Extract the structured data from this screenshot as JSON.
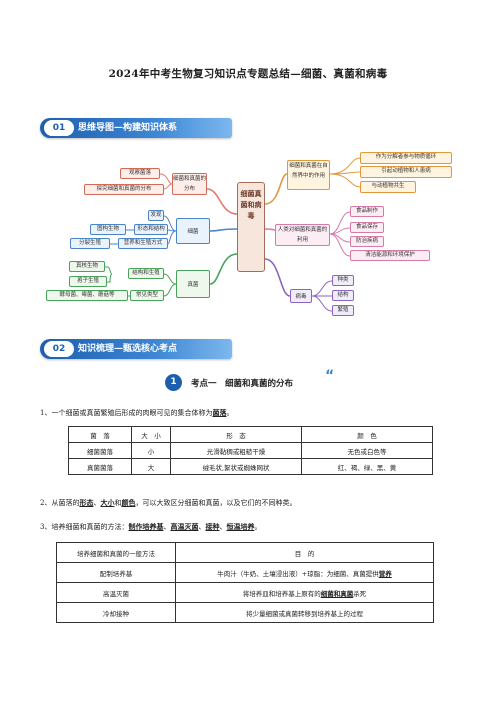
{
  "title": "2024年中考生物复习知识点专题总结—细菌、真菌和病毒",
  "section1": {
    "num": "01",
    "label": "思维导图—构建知识体系"
  },
  "section2": {
    "num": "02",
    "label": "知识梳理—甄选核心考点"
  },
  "mindmap": {
    "center": "细菌真菌和病毒",
    "branches": [
      {
        "label": "细菌和真菌的分布",
        "children": [
          "观察菌落",
          "探究细菌和真菌的分布"
        ]
      },
      {
        "label": "细菌",
        "children": [
          "发现",
          "形态和结构",
          "营养和生殖方式"
        ],
        "sub": [
          "图构生物",
          "分裂生殖"
        ]
      },
      {
        "label": "真菌",
        "children": [
          "结构和生殖",
          "常见类型"
        ],
        "sub": [
          "真核生物",
          "孢子生殖",
          "酵母菌、霉菌、蘑菇等"
        ]
      },
      {
        "label": "细菌和真菌在自然界中的作用",
        "children": [
          "作为分解者参与物质循环",
          "引起动植物和人患病",
          "与动植物共生"
        ]
      },
      {
        "label": "人类对细菌和真菌的利用",
        "children": [
          "食品制作",
          "食品保存",
          "防治疾病",
          "清洁能源和环境保护"
        ]
      },
      {
        "label": "病毒",
        "children": [
          "种类",
          "结构",
          "繁殖"
        ]
      }
    ]
  },
  "kaodian": {
    "num": "1",
    "label": "考点一　细菌和真菌的分布",
    "quote": "“"
  },
  "p1": {
    "pre": "1、一个细菌或真菌繁殖后形成的肉眼可见的集合体称为",
    "hl": "菌落",
    "post": "。"
  },
  "table1": {
    "headers": [
      "菌　落",
      "大　小",
      "形　态",
      "颜　色"
    ],
    "rows": [
      [
        "细菌菌落",
        "小",
        "光滑黏稠或粗糙干燥",
        "无色或白色等"
      ],
      [
        "真菌菌落",
        "大",
        "绒毛状,絮状或蜘蛛网状",
        "红、褐、绿、黑、黄"
      ]
    ]
  },
  "p2": {
    "pre": "2、从菌落的",
    "hl1": "形态",
    "mid1": "、",
    "hl2": "大小",
    "mid2": "和",
    "hl3": "颜色",
    "post": "，可以大致区分细菌和真菌，以及它们的不同种类。"
  },
  "p3": {
    "pre": "3、培养细菌和真菌的方法：",
    "hl1": "制作培养基",
    "s1": "、",
    "hl2": "高温灭菌",
    "s2": "、",
    "hl3": "接种",
    "s3": "、",
    "hl4": "恒温培养",
    "post": "。"
  },
  "table2": {
    "headers": [
      "培养细菌和真菌的一般方法",
      "目　的"
    ],
    "rows": [
      {
        "method": "配制培养基",
        "pre": "牛肉汁（牛奶、土壤浸出液）+琼脂：为细菌、真菌提供",
        "hl": "营养",
        "post": ""
      },
      {
        "method": "高温灭菌",
        "pre": "将培养皿和培养基上原有的",
        "hl": "细菌和真菌",
        "post": "杀死"
      },
      {
        "method": "冷却接种",
        "pre": "将少量细菌或真菌转移到培养基上的过程",
        "hl": "",
        "post": ""
      }
    ]
  },
  "colors": {
    "banner": "#1d5fae",
    "accent": "#3d86d4"
  }
}
